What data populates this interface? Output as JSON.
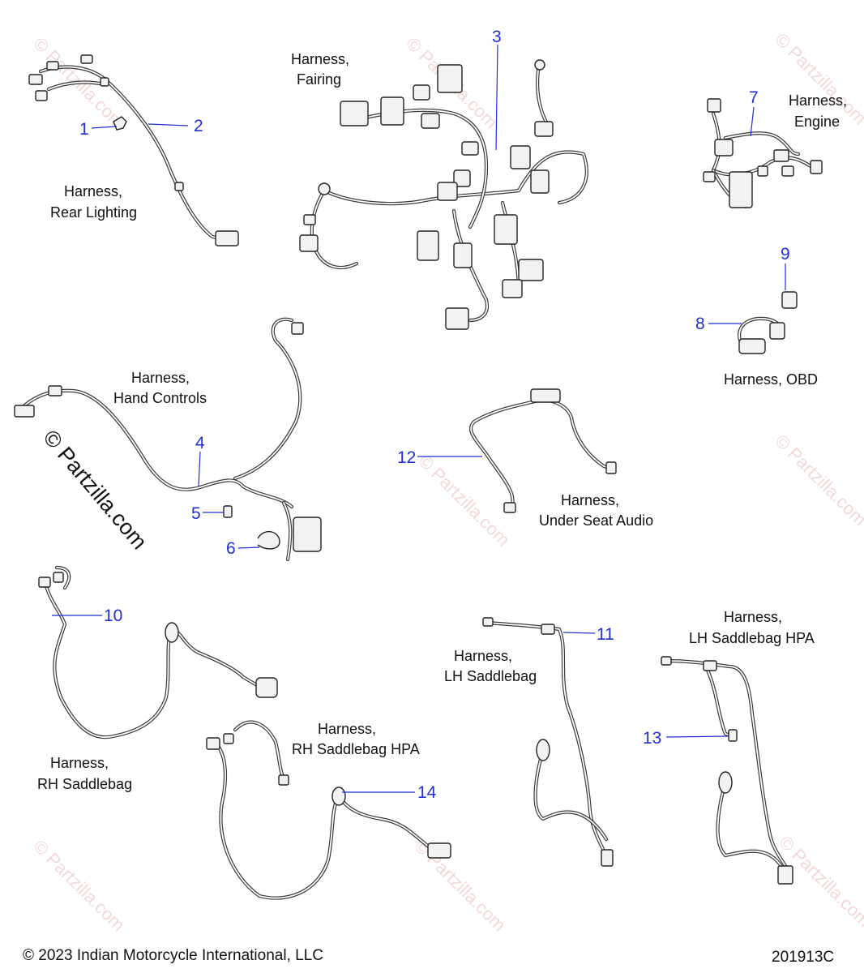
{
  "captions": {
    "fairing": [
      "Harness,",
      "Fairing"
    ],
    "rear_lighting": [
      "Harness,",
      "Rear Lighting"
    ],
    "engine": [
      "Harness,",
      "Engine"
    ],
    "obd": [
      "Harness, OBD"
    ],
    "hand_controls": [
      "Harness,",
      "Hand Controls"
    ],
    "under_seat_audio": [
      "Harness,",
      "Under Seat Audio"
    ],
    "lh_saddlebag_hpa": [
      "Harness,",
      "LH Saddlebag HPA"
    ],
    "lh_saddlebag": [
      "Harness,",
      "LH Saddlebag"
    ],
    "rh_saddlebag_hpa": [
      "Harness,",
      "RH Saddlebag HPA"
    ],
    "rh_saddlebag": [
      "Harness,",
      "RH Saddlebag"
    ]
  },
  "callouts": [
    "1",
    "2",
    "3",
    "4",
    "5",
    "6",
    "7",
    "8",
    "9",
    "10",
    "11",
    "12",
    "13",
    "14"
  ],
  "watermark": "© Partzilla.com",
  "footer": {
    "copyright": "© 2023 Indian Motorcycle International, LLC",
    "diagram_id": "201913C"
  },
  "colors": {
    "callout": "#1f2fd6",
    "text": "#111111",
    "watermark": "#e8b9b9"
  }
}
